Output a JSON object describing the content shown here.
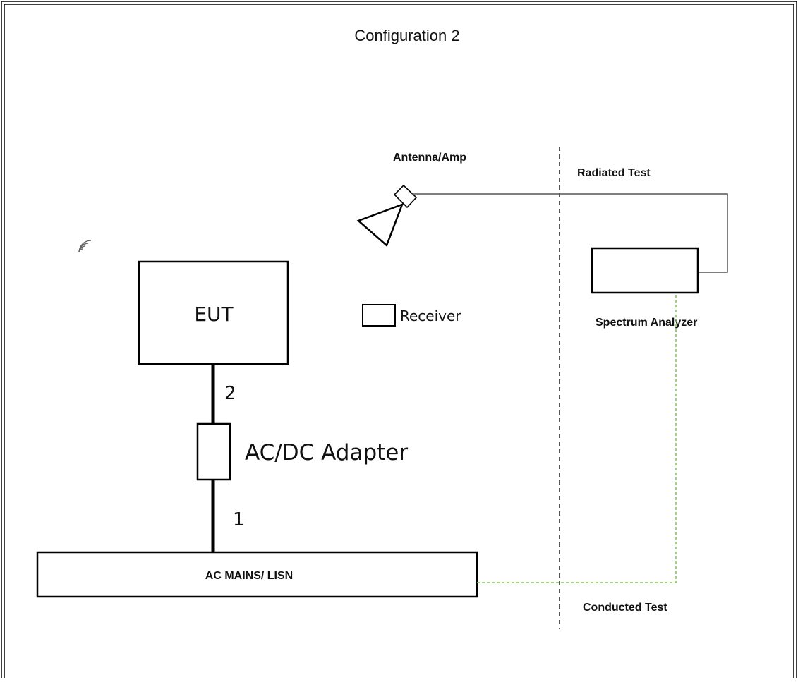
{
  "title": "Configuration 2",
  "labels": {
    "antenna": "Antenna/Amp",
    "radiated": "Radiated Test",
    "spectrum": "Spectrum Analyzer",
    "receiver": "Receiver",
    "eut": "EUT",
    "adapter": "AC/DC Adapter",
    "cable_2": "2",
    "cable_1": "1",
    "mains": "AC MAINS/ LISN",
    "conducted": "Conducted Test"
  },
  "icons": {
    "wireless": "wifi-signal-icon",
    "antenna": "horn-antenna-icon"
  },
  "colors": {
    "line": "#000000",
    "conducted_path": "#7dc843",
    "divider": "#555555"
  }
}
